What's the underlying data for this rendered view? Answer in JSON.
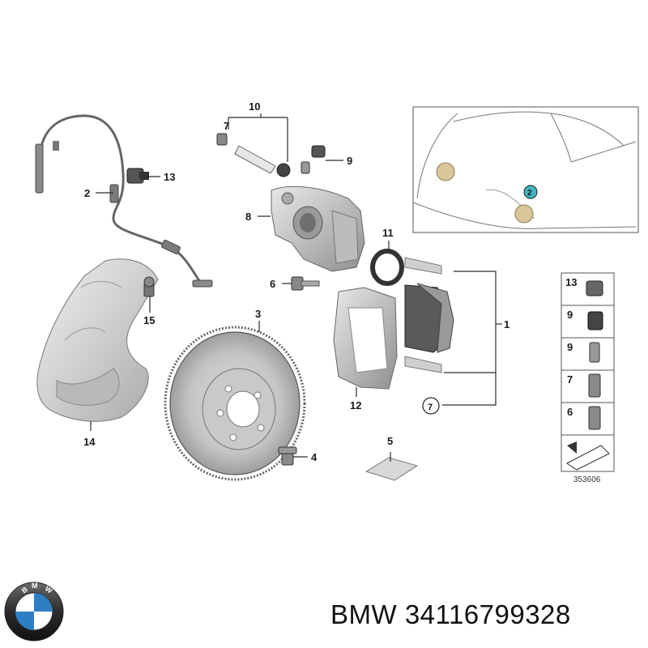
{
  "callouts": {
    "c1": "1",
    "c2": "2",
    "c3": "3",
    "c4": "4",
    "c5": "5",
    "c6": "6",
    "c7": "7",
    "c8": "8",
    "c9": "9",
    "c10": "10",
    "c11": "11",
    "c12": "12",
    "c13": "13",
    "c14": "14",
    "c15": "15",
    "c7circle": "7",
    "c2circle": "2"
  },
  "legend": {
    "items": [
      "13",
      "9",
      "9",
      "7",
      "6"
    ],
    "diagram_number": "353606"
  },
  "caption": {
    "brand": "BMW",
    "part_number": "34116799328"
  },
  "colors": {
    "part_fill": "#d0d0d0",
    "part_dark": "#8a8a8a",
    "accent_teal": "#3fb7c4",
    "logo_blue": "#2d7ec3"
  },
  "icons": [
    "bmw-logo-icon",
    "arrow-icon"
  ]
}
